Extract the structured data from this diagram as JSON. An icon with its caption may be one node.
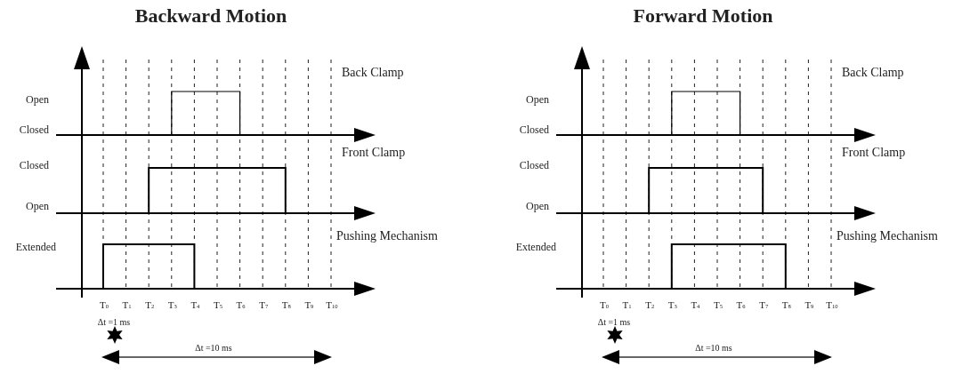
{
  "diagram": {
    "labels": [
      "Backward Motion",
      "Forward Motion",
      "Back Clamp",
      "Open",
      "Closed",
      "Front Clamp",
      "Closed",
      "Open",
      "Pushing Mechanism",
      "Extended",
      "T$_{0}$",
      "T$_{1}$",
      "T$_{2}$",
      "T$_{3}$",
      "T$_{4}$",
      "T$_{5}$",
      "T$_{6}$",
      "T$_{7}$",
      "T$_{8}$",
      "T$_{9}$",
      "T$_{10}$",
      "Δt =1 ms",
      "Δt =10 ms",
      "Back Clamp",
      "Open",
      "Closed",
      "Front Clamp",
      "Closed",
      "Open",
      "Pushing Mechanism",
      "Extended",
      "T$_{0}$",
      "T$_{1}$",
      "T$_{2}$",
      "T$_{3}$",
      "T$_{4}$",
      "T$_{5}$",
      "T$_{6}$",
      "T$_{7}$",
      "T$_{8}$",
      "T$_{9}$",
      "T$_{10}$",
      "Δt =1 ms",
      "Δt =10 ms"
    ]
  }
}
